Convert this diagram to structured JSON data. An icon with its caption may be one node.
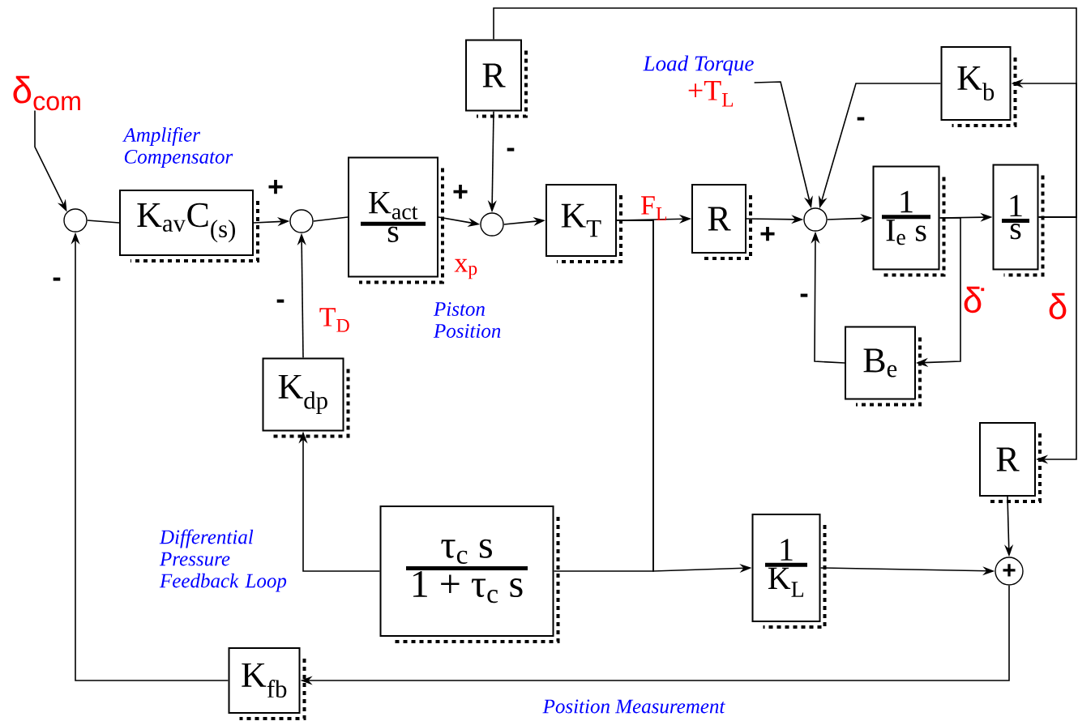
{
  "diagram": {
    "nodes": [
      {
        "text": [],
        "shape": "circle"
      },
      {
        "text": [
          "K$_{av}$C$_{(s)}$"
        ]
      },
      {
        "text": [],
        "shape": "circle"
      },
      {
        "text": [
          "K$_{act}$",
          "s"
        ]
      },
      {
        "text": [
          "R"
        ]
      },
      {
        "text": [],
        "shape": "circle"
      },
      {
        "text": [
          "K$_{T}$"
        ]
      },
      {
        "text": [
          "R"
        ]
      },
      {
        "text": [],
        "shape": "circle"
      },
      {
        "text": [
          "K$_{b}$"
        ]
      },
      {
        "text": [
          "1",
          "I$_{e}$ s"
        ]
      },
      {
        "text": [
          "1",
          "s"
        ]
      },
      {
        "text": [
          "B$_{e}$"
        ]
      },
      {
        "text": [
          "K$_{dp}$"
        ]
      },
      {
        "text": [
          "τ$_{c}$ s",
          "1 + τ$_{c}$ s"
        ]
      },
      {
        "text": [
          "R"
        ]
      },
      {
        "text": [
          "1",
          "K$_{L}$"
        ]
      },
      {
        "text": [
          "+"
        ]
      },
      {
        "text": [
          "K$_{fb}$"
        ]
      },
      {
        "text": [
          "δ$_{com}$"
        ]
      },
      {
        "text": [
          "Load Torque",
          "+T$_{L}$"
        ]
      }
    ],
    "edges": [
      {
        "from": 19,
        "to": 0,
        "arrow": "to"
      },
      {
        "from": 0,
        "to": 1,
        "arrow": "none"
      },
      {
        "from": 1,
        "to": 2,
        "arrow": "to",
        "label": "+"
      },
      {
        "from": 2,
        "to": 3,
        "arrow": "none"
      },
      {
        "from": 3,
        "to": 5,
        "arrow": "to",
        "label": "+"
      },
      {
        "from": 4,
        "to": 5,
        "arrow": "to",
        "label": "-"
      },
      {
        "from": 5,
        "to": 6,
        "arrow": "to"
      },
      {
        "from": 6,
        "to": 7,
        "arrow": "to"
      },
      {
        "from": 7,
        "to": 8,
        "arrow": "to",
        "label": "+"
      },
      {
        "from": 20,
        "to": 8,
        "arrow": "to"
      },
      {
        "from": 9,
        "to": 8,
        "arrow": "to",
        "label": "-"
      },
      {
        "from": 8,
        "to": 10,
        "arrow": "to"
      },
      {
        "from": 10,
        "to": 11,
        "arrow": "to"
      },
      {
        "from": 10,
        "to": 12,
        "arrow": "to"
      },
      {
        "from": 12,
        "to": 8,
        "arrow": "to",
        "label": "-"
      },
      {
        "from": 11,
        "to": 9,
        "arrow": "to"
      },
      {
        "from": 11,
        "to": 4,
        "arrow": "none"
      },
      {
        "from": 11,
        "to": 15,
        "arrow": "to"
      },
      {
        "from": 15,
        "to": 17,
        "arrow": "to"
      },
      {
        "from": 6,
        "to": 16,
        "arrow": "to"
      },
      {
        "from": 6,
        "to": 14,
        "arrow": "none"
      },
      {
        "from": 14,
        "to": 13,
        "arrow": "to"
      },
      {
        "from": 13,
        "to": 2,
        "arrow": "to",
        "label": "-"
      },
      {
        "from": 16,
        "to": 17,
        "arrow": "to"
      },
      {
        "from": 17,
        "to": 18,
        "arrow": "to"
      },
      {
        "from": 18,
        "to": 0,
        "arrow": "to",
        "label": "-"
      }
    ],
    "labels": [
      "Amplifier Compensator",
      "T$_{D}$",
      "x$_{p}$",
      "Piston Position",
      "F$_{L}$",
      "δ̇",
      "δ",
      "Differential Pressure Feedback Loop",
      "Position Measurement"
    ]
  }
}
